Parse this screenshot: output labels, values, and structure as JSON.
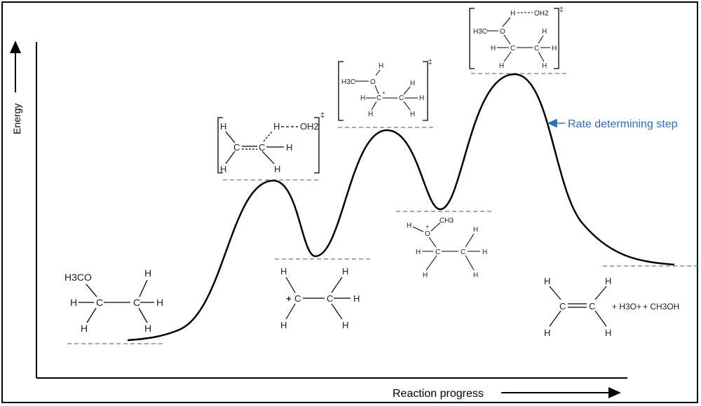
{
  "axes": {
    "y_label": "Energy",
    "x_label": "Reaction progress"
  },
  "annotation": {
    "text": "Rate determining step",
    "color": "#2f6fb5"
  },
  "colors": {
    "curve": "#000000",
    "level_line": "#4a7fc4"
  },
  "structures": {
    "reactant": {
      "h3co": "H3CO",
      "atom_c": "C",
      "atom_h": "H"
    },
    "ts1": {
      "oh2": "OH2",
      "dagger": "‡",
      "atom_c": "C",
      "atom_h": "H"
    },
    "carbocation": {
      "plus": "+",
      "atom_c": "C",
      "atom_h": "H"
    },
    "ts2": {
      "h3c": "H3C",
      "atom_o": "O",
      "dagger": "‡",
      "atom_c": "C",
      "atom_h": "H",
      "plus": "+"
    },
    "oxonium": {
      "ch3": "CH3",
      "atom_o": "O",
      "plus": "+",
      "atom_c": "C",
      "atom_h": "H"
    },
    "ts3": {
      "oh2": "OH2",
      "h3c": "H3C",
      "atom_o": "O",
      "dagger": "‡",
      "atom_c": "C",
      "atom_h": "H"
    },
    "products": {
      "atom_c": "C",
      "atom_h": "H",
      "h3o": "+ H3O+",
      "ch3oh": "+ CH3OH"
    }
  }
}
